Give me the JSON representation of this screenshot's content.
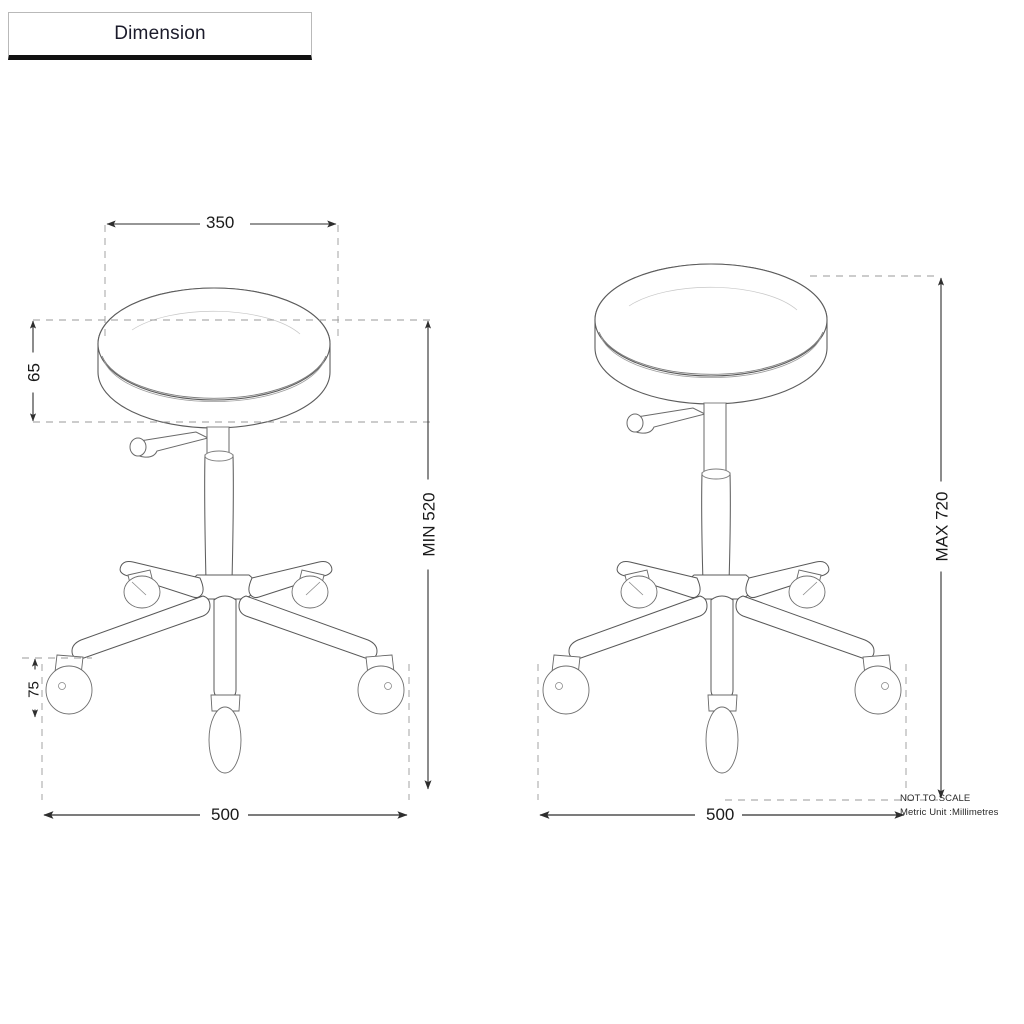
{
  "header": {
    "tab_label": "Dimension"
  },
  "product": {
    "name": "adjustable-stool",
    "views": [
      {
        "id": "left-view",
        "state": "minimum-height"
      },
      {
        "id": "right-view",
        "state": "maximum-height"
      }
    ]
  },
  "dimensions": {
    "seat_diameter": "350",
    "seat_thickness": "65",
    "caster_height": "75",
    "base_diameter_left": "500",
    "base_diameter_right": "500",
    "height_min": "MIN 520",
    "height_max": "MAX 720"
  },
  "notes": {
    "scale": "NOT TO SCALE",
    "unit": "Metric Unit :Millimetres"
  },
  "colors": {
    "line": "#4a4a4a",
    "dimension_line": "#3a3a3a",
    "dashed": "#8a8a8a",
    "text": "#1a1a1a",
    "tab_border": "#b9b9b9",
    "tab_underline": "#111111",
    "background": "#ffffff"
  },
  "chart_data": {
    "type": "table",
    "title": "Dimension",
    "categories": [
      "Seat diameter",
      "Seat thickness",
      "Caster height",
      "Base diameter",
      "Height minimum",
      "Height maximum"
    ],
    "values": [
      350,
      65,
      75,
      500,
      520,
      720
    ],
    "unit": "mm",
    "xlabel": "",
    "ylabel": ""
  }
}
